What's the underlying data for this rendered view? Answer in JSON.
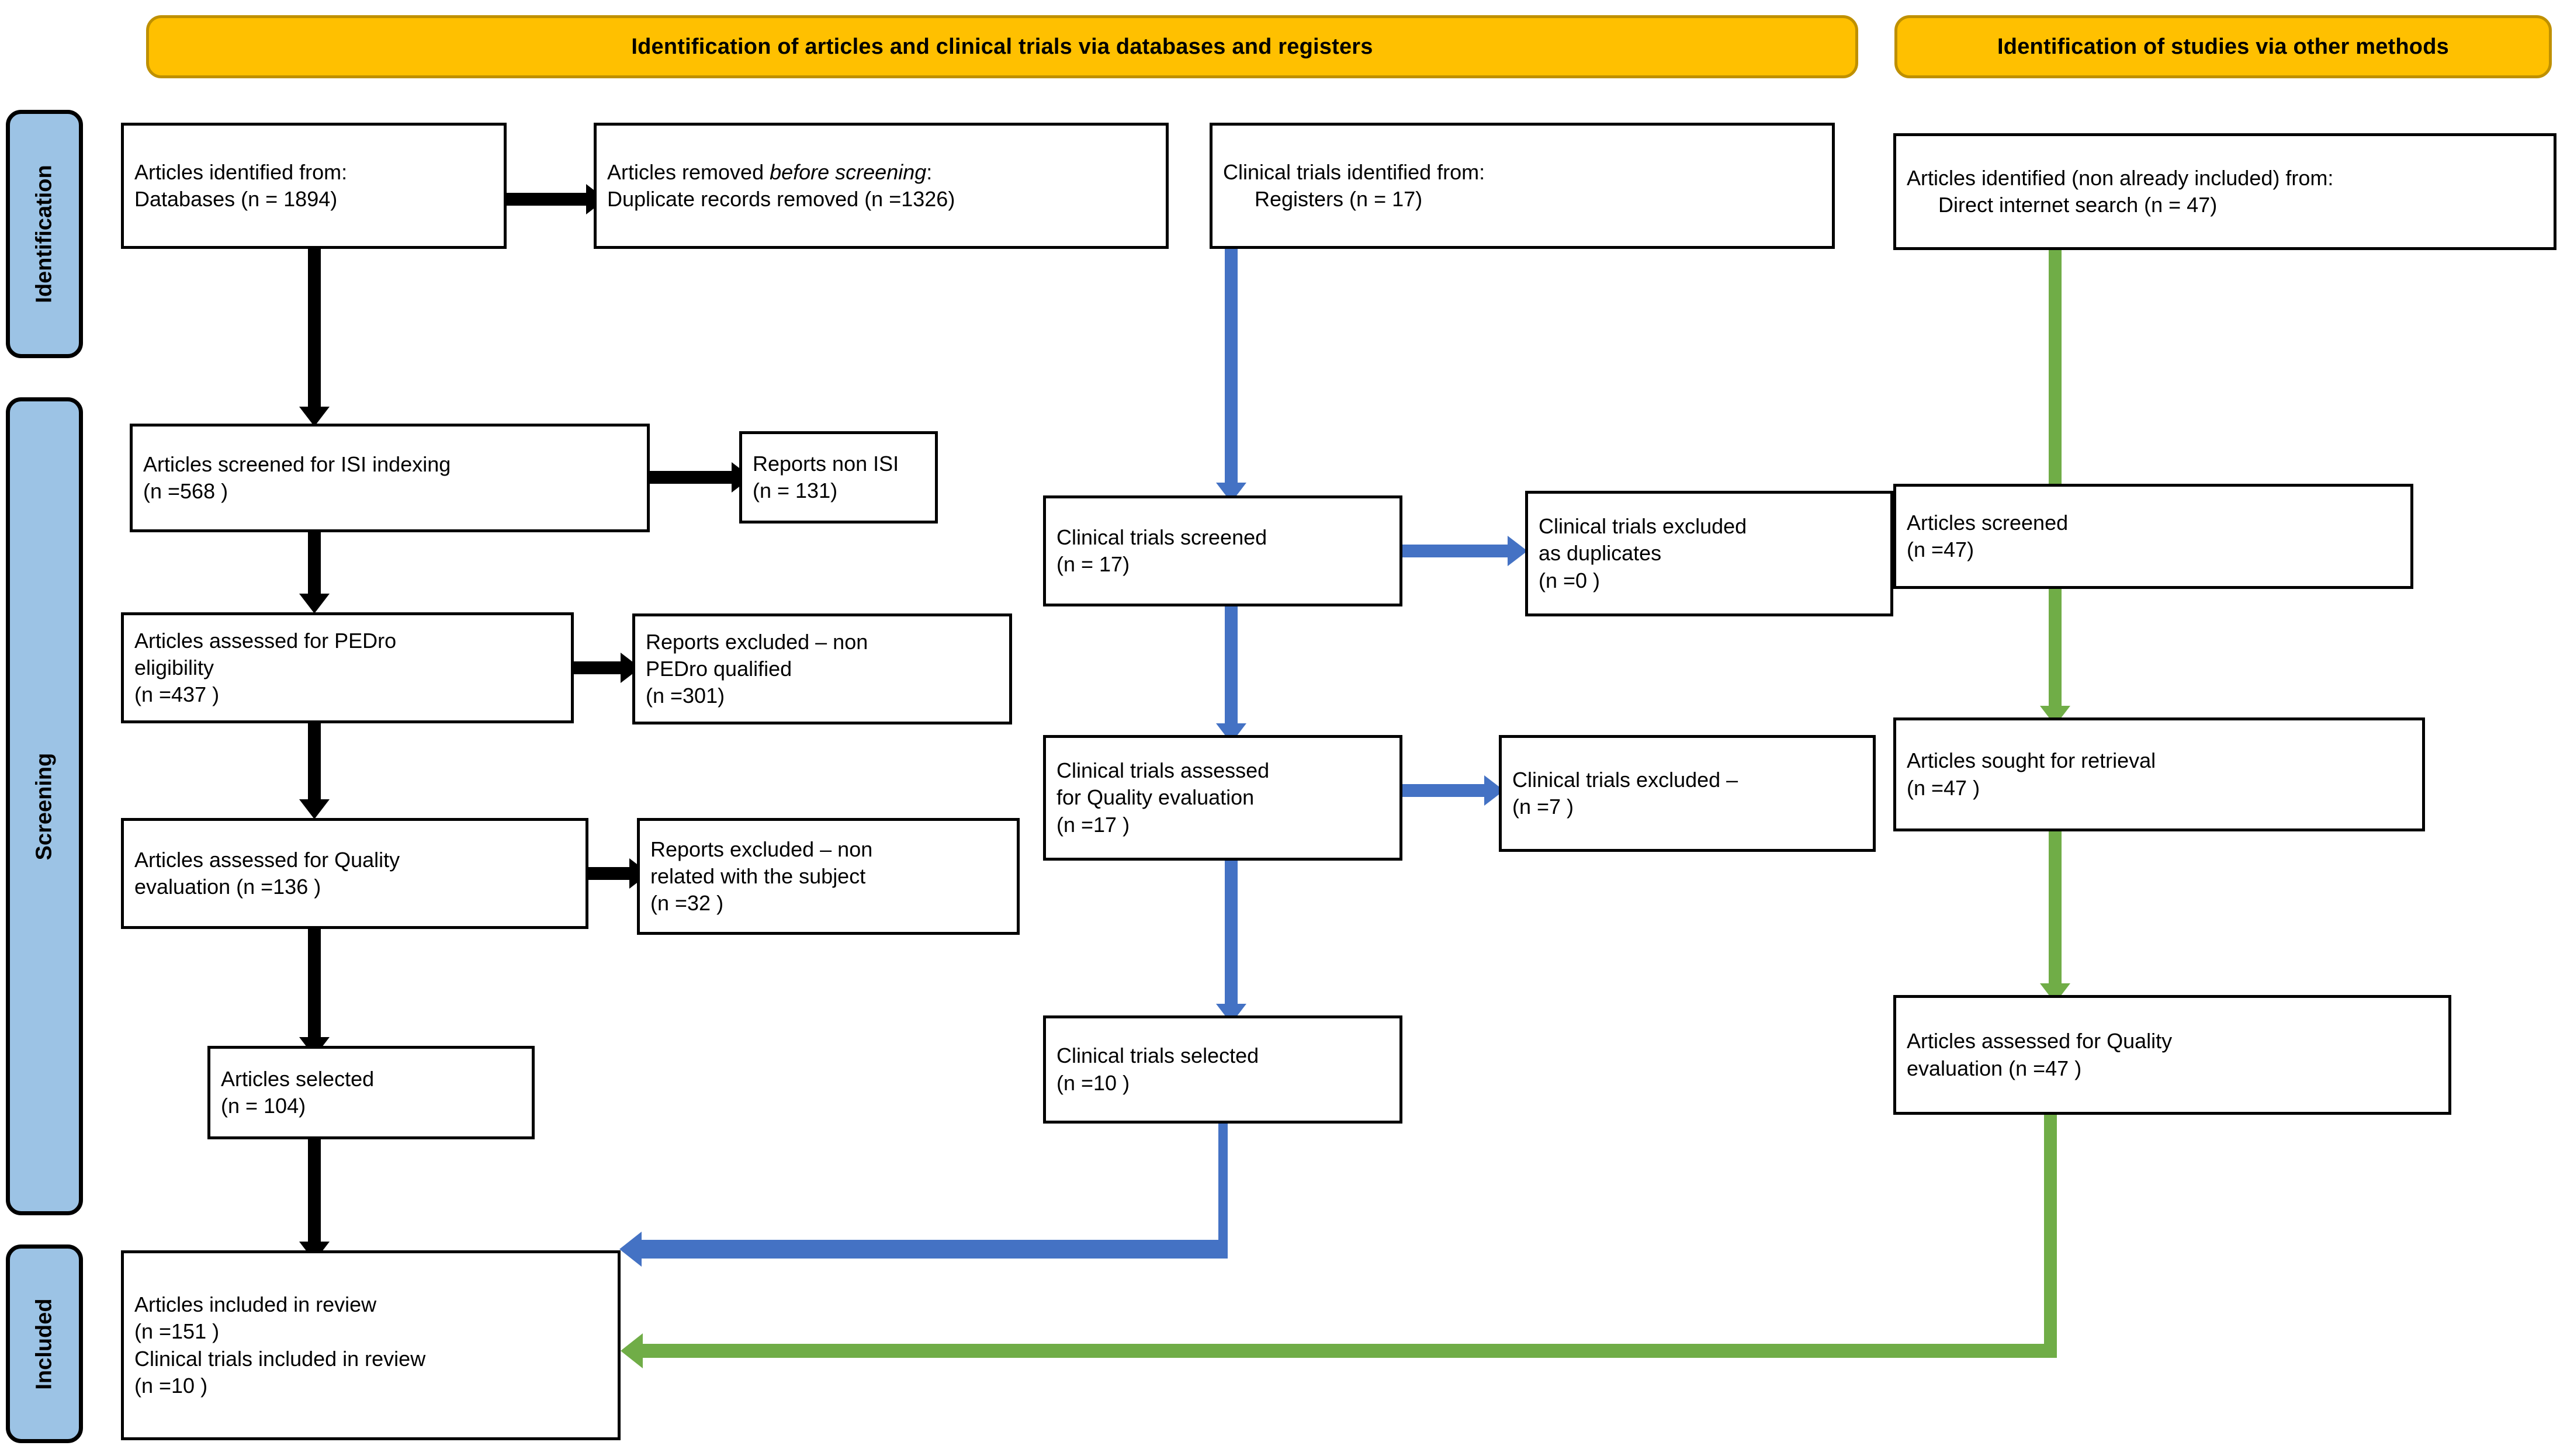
{
  "diagram": {
    "type": "PRISMA flow diagram",
    "banners": [
      {
        "id": "databases-registers",
        "label": "Identification of articles and clinical trials via databases and registers"
      },
      {
        "id": "other-methods",
        "label": "Identification of studies via other methods"
      }
    ],
    "stage_tabs": [
      {
        "id": "identification",
        "label": "Identification"
      },
      {
        "id": "screening",
        "label": "Screening"
      },
      {
        "id": "included",
        "label": "Included"
      }
    ],
    "colors": {
      "banner_fill": "#FFC000",
      "banner_border": "#BF9000",
      "stage_tab_fill": "#9CC3E5",
      "box_border": "#000000",
      "arrow_black": "#000000",
      "arrow_blue": "#4472C4",
      "arrow_green": "#70AD47"
    },
    "boxes": {
      "articles_identified": {
        "line1": "Articles identified from:",
        "line2": "Databases (n = 1894)"
      },
      "articles_removed": {
        "line1_pre": "Articles removed ",
        "line1_em": "before screening",
        "line1_post": ":",
        "line2": "Duplicate records removed (n =1326)"
      },
      "trials_identified": {
        "line1": "Clinical trials identified from:",
        "line2": "Registers (n = 17)"
      },
      "other_identified": {
        "line1": "Articles identified (non already included) from:",
        "line2": "Direct internet search (n = 47)"
      },
      "articles_screened_isi": {
        "line1": "Articles screened for ISI indexing",
        "line2": "(n =568 )"
      },
      "reports_non_isi": {
        "line1": "Reports non ISI",
        "line2": "(n = 131)"
      },
      "articles_pedro": {
        "line1": "Articles assessed for PEDro",
        "line2": "eligibility",
        "line3": "(n =437 )"
      },
      "reports_excluded_pedro": {
        "line1": "Reports excluded – non",
        "line2": "PEDro qualified",
        "line3": "(n =301)"
      },
      "articles_quality": {
        "line1": "Articles assessed for Quality",
        "line2": "evaluation (n =136 )"
      },
      "reports_excluded_subject": {
        "line1": "Reports excluded – non",
        "line2": "related with the subject",
        "line3": "(n =32 )"
      },
      "articles_selected": {
        "line1": "Articles selected",
        "line2": "(n = 104)"
      },
      "trials_screened": {
        "line1": "Clinical trials screened",
        "line2": "(n = 17)"
      },
      "trials_excluded_dupes": {
        "line1": "Clinical trials excluded",
        "line2": "as duplicates",
        "line3": "(n =0 )"
      },
      "trials_quality": {
        "line1": "Clinical trials assessed",
        "line2": "for Quality evaluation",
        "line3": "(n =17 )"
      },
      "trials_excluded": {
        "line1": "Clinical trials excluded –",
        "line2": "(n =7 )"
      },
      "trials_selected": {
        "line1": "Clinical trials selected",
        "line2": "(n =10 )"
      },
      "other_screened": {
        "line1": "Articles screened",
        "line2": "(n =47)"
      },
      "other_sought": {
        "line1": "Articles sought for retrieval",
        "line2": "(n =47 )"
      },
      "other_quality": {
        "line1": "Articles assessed for Quality",
        "line2": "evaluation (n =47 )"
      },
      "included_final": {
        "line1": "Articles included in review",
        "line2": "(n =151 )",
        "line3": "Clinical trials included in review",
        "line4": "(n =10 )"
      }
    }
  }
}
